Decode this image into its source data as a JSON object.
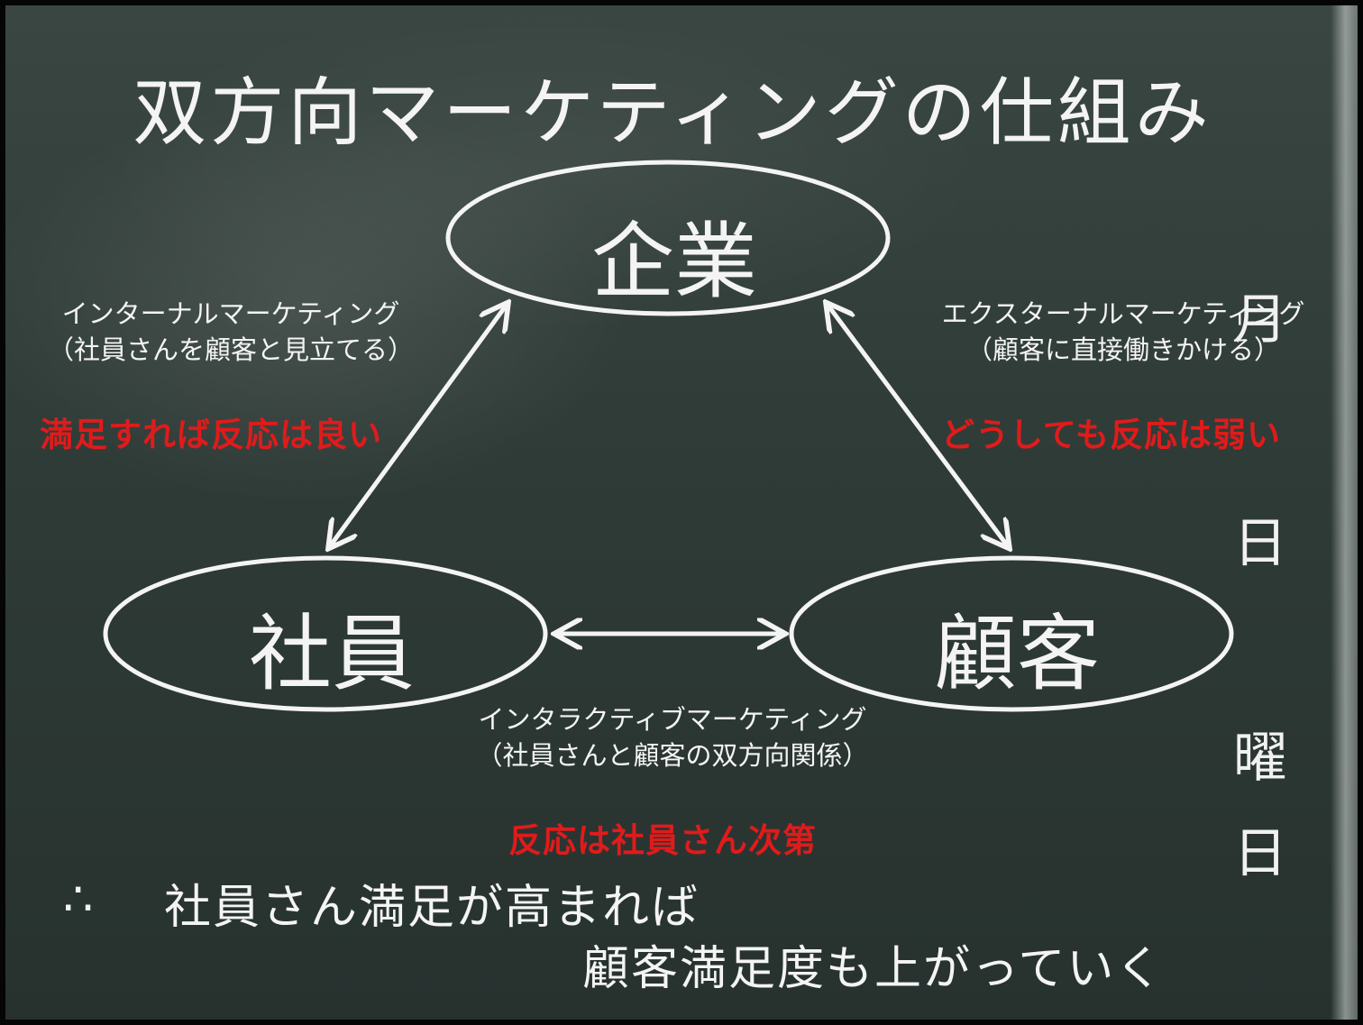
{
  "title": "双方向マーケティングの仕組み",
  "nodes": {
    "company": "企業",
    "employee": "社員",
    "customer": "顧客"
  },
  "relations": {
    "internal": {
      "name": "インターナルマーケティング",
      "detail": "（社員さんを顧客と見立てる）",
      "highlight": "満足すれば反応は良い"
    },
    "external": {
      "name": "エクスターナルマーケティング",
      "detail": "（顧客に直接働きかける）",
      "highlight": "どうしても反応は弱い"
    },
    "interactive": {
      "name": "インタラクティブマーケティング",
      "detail": "（社員さんと顧客の双方向関係）",
      "highlight": "反応は社員さん次第"
    }
  },
  "conclusion": {
    "symbol": "∴",
    "line1": "社員さん満足が高まれば",
    "line2": "顧客満足度も上がっていく"
  },
  "date_labels": {
    "month": "月",
    "day": "日",
    "weekday": "曜",
    "youbi_day": "日"
  },
  "colors": {
    "board": "#2f3b37",
    "chalk": "#f4f4f4",
    "highlight": "#e01b1b"
  }
}
